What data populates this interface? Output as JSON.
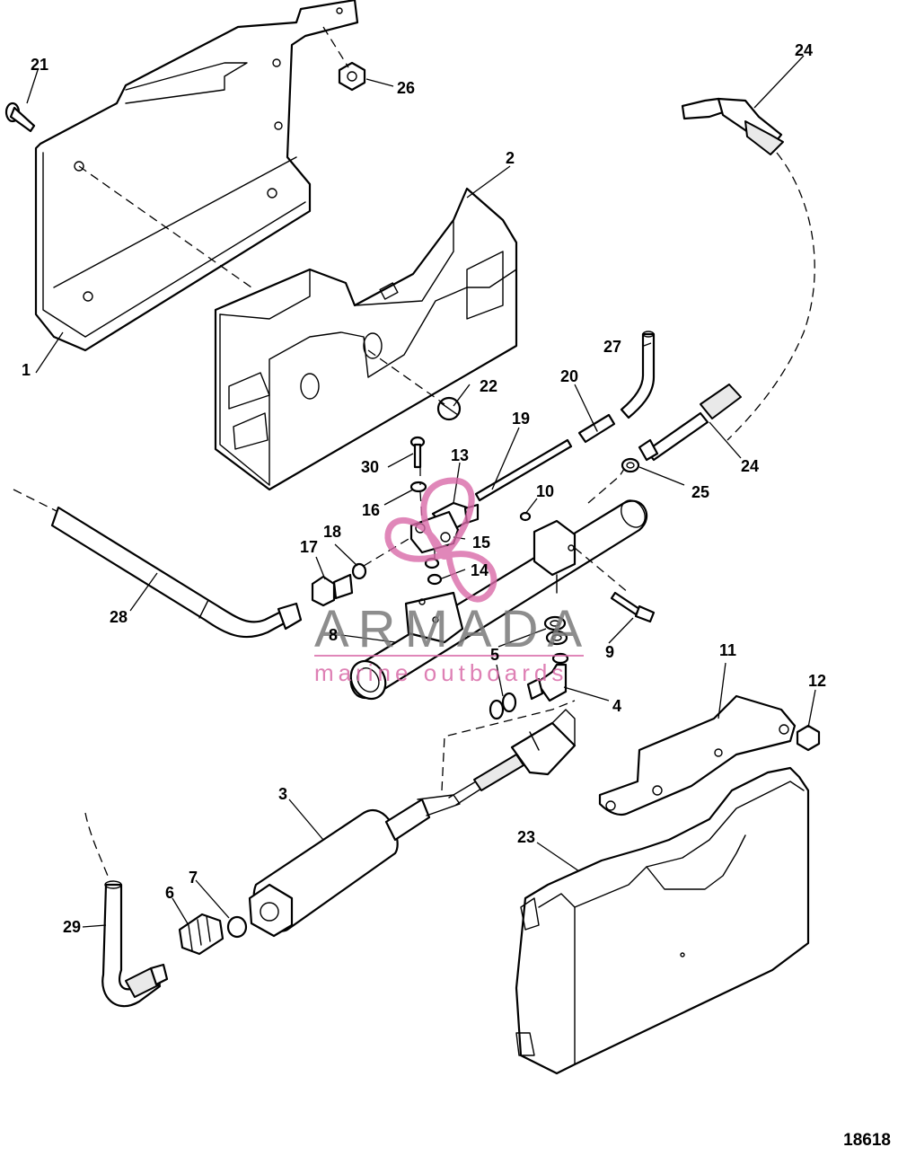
{
  "figure_number": "18618",
  "watermark": {
    "brand": "ARMADA",
    "tagline": "marine outboards",
    "logo_color": "#d96aa8"
  },
  "callouts": {
    "c1": "1",
    "c2": "2",
    "c3": "3",
    "c4": "4",
    "c5a": "5",
    "c6": "6",
    "c7": "7",
    "c8": "8",
    "c9": "9",
    "c10": "10",
    "c11": "11",
    "c12": "12",
    "c13": "13",
    "c14": "14",
    "c15": "15",
    "c16": "16",
    "c17": "17",
    "c18": "18",
    "c19": "19",
    "c20": "20",
    "c21": "21",
    "c22": "22",
    "c23": "23",
    "c24a": "24",
    "c24b": "24",
    "c25": "25",
    "c26": "26",
    "c27": "27",
    "c28": "28",
    "c29": "29",
    "c30": "30"
  }
}
